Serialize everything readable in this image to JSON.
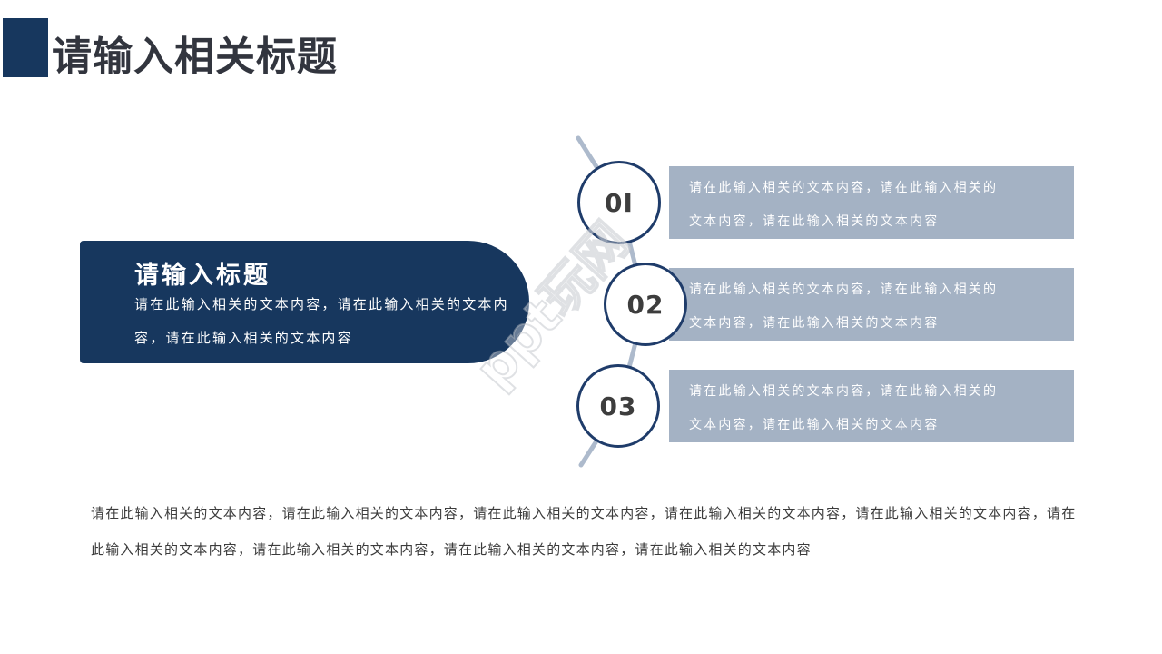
{
  "header": {
    "title": "请输入相关标题"
  },
  "card": {
    "title": "请输入标题",
    "lines": [
      "请在此输入相关的文本内容，请在此输入相关的文本内",
      "容，请在此输入相关的文本内容"
    ]
  },
  "steps": [
    {
      "number": "0I",
      "lines": [
        "请在此输入相关的文本内容，请在此输入相关的",
        "文本内容，请在此输入相关的文本内容"
      ]
    },
    {
      "number": "02",
      "lines": [
        "请在此输入相关的文本内容，请在此输入相关的",
        "文本内容，请在此输入相关的文本内容"
      ]
    },
    {
      "number": "03",
      "lines": [
        "请在此输入相关的文本内容，请在此输入相关的",
        "文本内容，请在此输入相关的文本内容"
      ]
    }
  ],
  "footer": {
    "lines": [
      "请在此输入相关的文本内容，请在此输入相关的文本内容，请在此输入相关的文本内容，请在此输入相关的文本内容，请在此输入相关的文本内容，请在",
      "此输入相关的文本内容，请在此输入相关的文本内容，请在此输入相关的文本内容，请在此输入相关的文本内容"
    ]
  },
  "watermark": {
    "text": "ppt玩网"
  },
  "colors": {
    "navy": "#17375e",
    "bar_background": "#a4b2c4",
    "connector_line": "#adbacc",
    "circle_border": "#1f3c6a",
    "number_text": "#3d3d3d",
    "title_text": "#32353e",
    "body_text": "#3b3b3b",
    "white_text": "#ffffff"
  }
}
